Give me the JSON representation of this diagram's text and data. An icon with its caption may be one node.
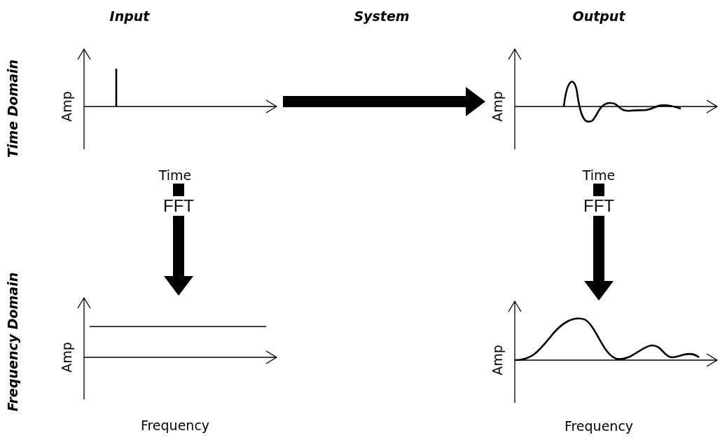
{
  "diagram": {
    "nodes": [
      {
        "text": [
          "Amp",
          "Time"
        ]
      },
      {
        "text": [
          "Amp",
          "Time"
        ]
      },
      {
        "text": [
          "Amp",
          "Frequency"
        ]
      },
      {
        "text": [
          "Amp",
          "Frequency"
        ]
      }
    ],
    "edges": [
      {
        "from": 0,
        "to": 1,
        "arrow": "to"
      },
      {
        "from": 0,
        "to": 2,
        "arrow": "to",
        "label": "FFT"
      },
      {
        "from": 1,
        "to": 3,
        "arrow": "to",
        "label": "FFT"
      }
    ],
    "labels": [
      "Input",
      "System",
      "Output",
      "Time Domain",
      "Frequency Domain"
    ]
  }
}
